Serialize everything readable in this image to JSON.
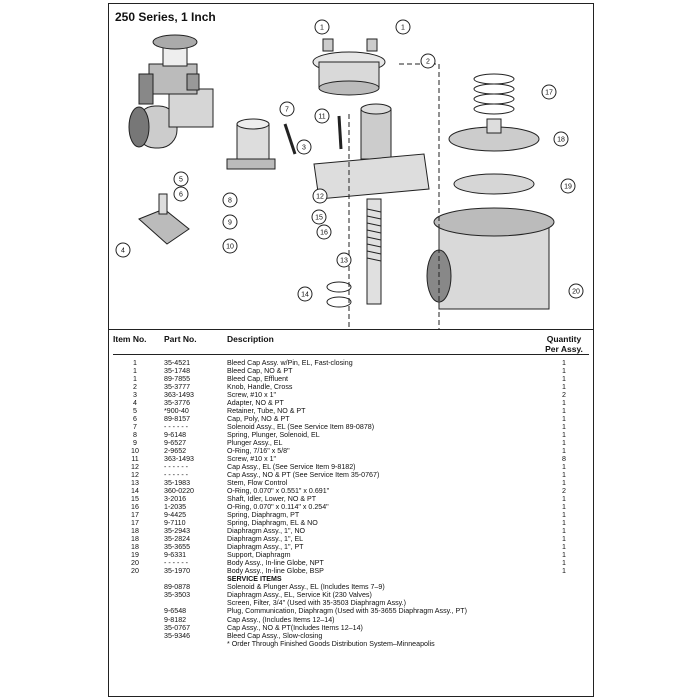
{
  "title": "250 Series, 1 Inch",
  "headers": {
    "item": "Item No.",
    "part": "Part No.",
    "desc": "Description",
    "qty_line1": "Quantity",
    "qty_line2": "Per Assy."
  },
  "callouts": [
    "1",
    "1",
    "2",
    "3",
    "4",
    "5",
    "6",
    "7",
    "8",
    "9",
    "10",
    "11",
    "12",
    "13",
    "14",
    "15",
    "16",
    "17",
    "18",
    "19",
    "20"
  ],
  "rows": [
    {
      "item": "1",
      "part": "35-4521",
      "desc": "Bleed Cap Assy. w/Pin, EL, Fast-closing",
      "qty": "1"
    },
    {
      "item": "1",
      "part": "35-1748",
      "desc": "Bleed Cap, NO & PT",
      "qty": "1"
    },
    {
      "item": "1",
      "part": "89-7855",
      "desc": "Bleed Cap, Effluent",
      "qty": "1"
    },
    {
      "item": "2",
      "part": "35-3777",
      "desc": "Knob, Handle, Cross",
      "qty": "1"
    },
    {
      "item": "3",
      "part": "363-1493",
      "desc": "Screw, #10 x 1\"",
      "qty": "2"
    },
    {
      "item": "4",
      "part": "35-3776",
      "desc": "Adapter, NO & PT",
      "qty": "1"
    },
    {
      "item": "5",
      "part": "*900-40",
      "desc": "Retainer, Tube, NO & PT",
      "qty": "1"
    },
    {
      "item": "6",
      "part": "89-8157",
      "desc": "Cap, Poly, NO & PT",
      "qty": "1"
    },
    {
      "item": "7",
      "part": "- - - - - -",
      "desc": "Solenoid Assy., EL (See Service Item 89-0878)",
      "qty": "1"
    },
    {
      "item": "8",
      "part": "9-6148",
      "desc": "Spring, Plunger, Solenoid, EL",
      "qty": "1"
    },
    {
      "item": "9",
      "part": "9-6527",
      "desc": "Plunger Assy., EL",
      "qty": "1"
    },
    {
      "item": "10",
      "part": "2-9652",
      "desc": "O-Ring, 7/16\" x 5/8\"",
      "qty": "1"
    },
    {
      "item": "11",
      "part": "363-1493",
      "desc": "Screw, #10 x 1\"",
      "qty": "8"
    },
    {
      "item": "12",
      "part": "- - - - - -",
      "desc": "Cap Assy., EL (See Service Item 9-8182)",
      "qty": "1"
    },
    {
      "item": "12",
      "part": "- - - - - -",
      "desc": "Cap Assy., NO & PT (See Service Item 35-0767)",
      "qty": "1"
    },
    {
      "item": "13",
      "part": "35-1983",
      "desc": "Stem, Flow Control",
      "qty": "1"
    },
    {
      "item": "14",
      "part": "360-0220",
      "desc": "O-Ring, 0.070\" x 0.551\" x 0.691\"",
      "qty": "2"
    },
    {
      "item": "15",
      "part": "3-2016",
      "desc": "Shaft, Idler, Lower, NO & PT",
      "qty": "1"
    },
    {
      "item": "16",
      "part": "1-2035",
      "desc": "O-Ring, 0.070\" x 0.114\" x 0.254\"",
      "qty": "1"
    },
    {
      "item": "17",
      "part": "9-4425",
      "desc": "Spring, Diaphragm, PT",
      "qty": "1"
    },
    {
      "item": "17",
      "part": "9-7110",
      "desc": "Spring, Diaphragm, EL & NO",
      "qty": "1"
    },
    {
      "item": "18",
      "part": "35-2943",
      "desc": "Diaphragm Assy., 1\", NO",
      "qty": "1"
    },
    {
      "item": "18",
      "part": "35-2824",
      "desc": "Diaphragm Assy., 1\", EL",
      "qty": "1"
    },
    {
      "item": "18",
      "part": "35-3655",
      "desc": "Diaphragm Assy., 1\", PT",
      "qty": "1"
    },
    {
      "item": "19",
      "part": "9-6331",
      "desc": "Support, Diaphragm",
      "qty": "1"
    },
    {
      "item": "20",
      "part": "- - - - - -",
      "desc": "Body Assy., In-line Globe, NPT",
      "qty": "1"
    },
    {
      "item": "20",
      "part": "35-1970",
      "desc": "Body Assy., In-line Globe, BSP",
      "qty": "1"
    },
    {
      "item": "",
      "part": "",
      "desc": "SERVICE ITEMS",
      "qty": "",
      "section": true
    },
    {
      "item": "",
      "part": "89-0878",
      "desc": "Solenoid & Plunger Assy., EL (Includes Items 7–9)",
      "qty": ""
    },
    {
      "item": "",
      "part": "35-3503",
      "desc": "Diaphragm Assy., EL, Service Kit (230 Valves)",
      "qty": ""
    },
    {
      "item": "",
      "part": "",
      "desc": "Screen, Filter, 3/4\" (Used with 35-3503 Diaphragm Assy.)",
      "qty": ""
    },
    {
      "item": "",
      "part": "9-6548",
      "desc": "Plug, Communication, Diaphragm (Used with 35-3655 Diaphragm Assy., PT)",
      "qty": ""
    },
    {
      "item": "",
      "part": "9-8182",
      "desc": "Cap Assy., (Includes Items 12–14)",
      "qty": ""
    },
    {
      "item": "",
      "part": "35-0767",
      "desc": "Cap Assy., NO & PT(Includes Items 12–14)",
      "qty": ""
    },
    {
      "item": "",
      "part": "35-9346",
      "desc": "Bleed Cap Assy., Slow-closing",
      "qty": ""
    },
    {
      "item": "",
      "part": "",
      "desc": "* Order Through Finished Goods Distribution System–Minneapolis",
      "qty": ""
    }
  ]
}
